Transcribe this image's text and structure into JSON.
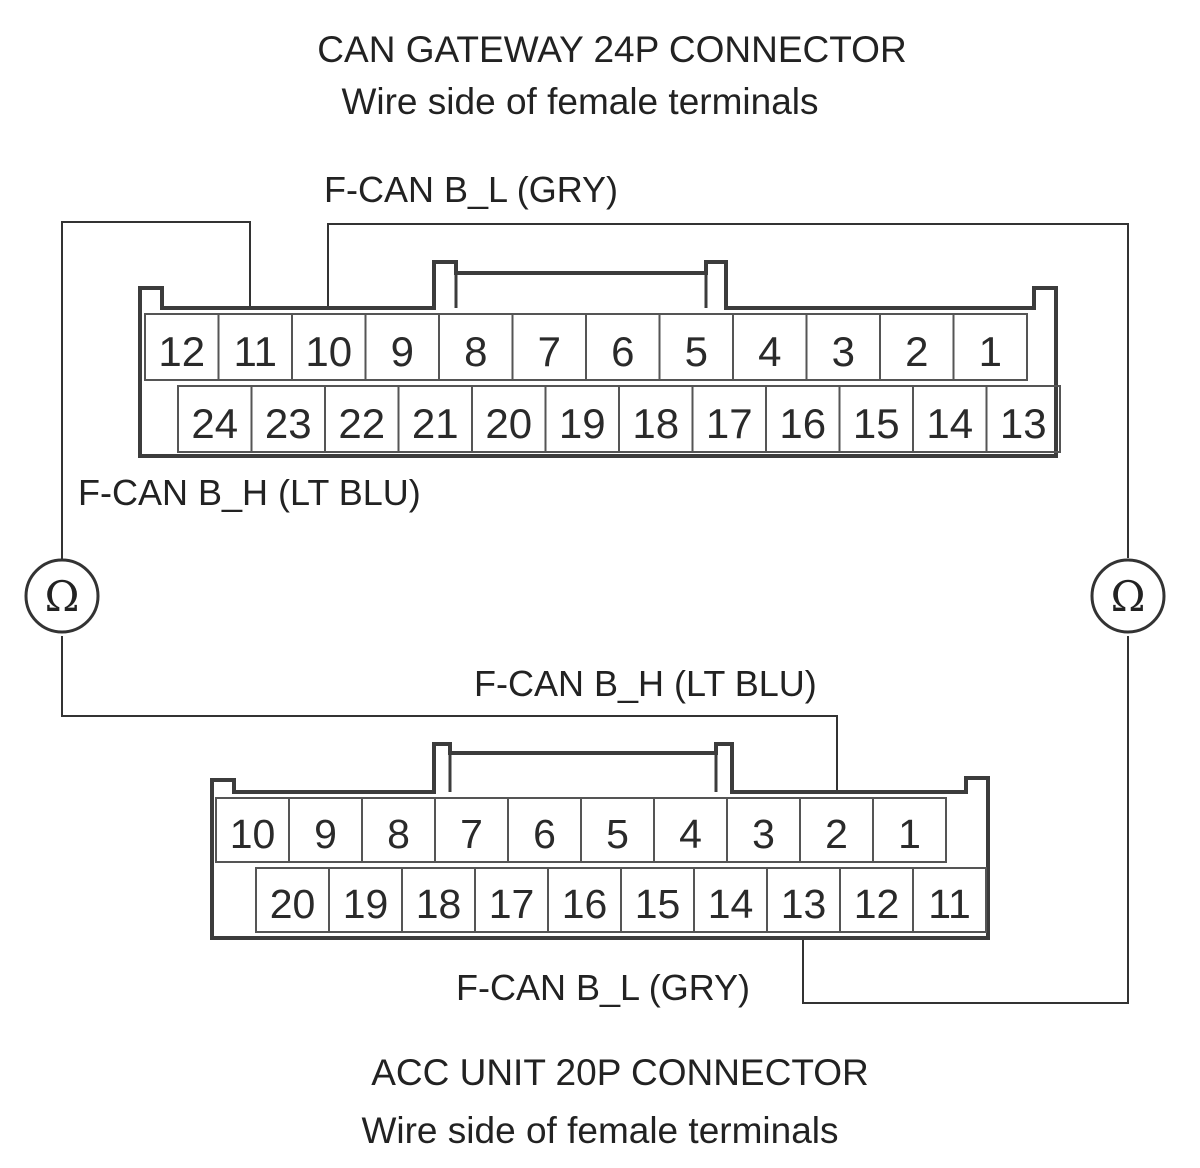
{
  "gateway": {
    "title": "CAN GATEWAY 24P CONNECTOR",
    "subtitle": "Wire side of female terminals",
    "top_row": [
      "12",
      "11",
      "10",
      "9",
      "8",
      "7",
      "6",
      "5",
      "4",
      "3",
      "2",
      "1"
    ],
    "bottom_row": [
      "24",
      "23",
      "22",
      "21",
      "20",
      "19",
      "18",
      "17",
      "16",
      "15",
      "14",
      "13"
    ],
    "label_low": "F-CAN B_L (GRY)",
    "label_high": "F-CAN B_H (LT BLU)"
  },
  "acc": {
    "title": "ACC UNIT 20P CONNECTOR",
    "subtitle": "Wire side of female terminals",
    "top_row": [
      "10",
      "9",
      "8",
      "7",
      "6",
      "5",
      "4",
      "3",
      "2",
      "1"
    ],
    "bottom_row": [
      "20",
      "19",
      "18",
      "17",
      "16",
      "15",
      "14",
      "13",
      "12",
      "11"
    ],
    "label_high": "F-CAN B_H (LT BLU)",
    "label_low": "F-CAN B_L (GRY)"
  },
  "meters": {
    "left_symbol": "Ω",
    "right_symbol": "Ω"
  }
}
